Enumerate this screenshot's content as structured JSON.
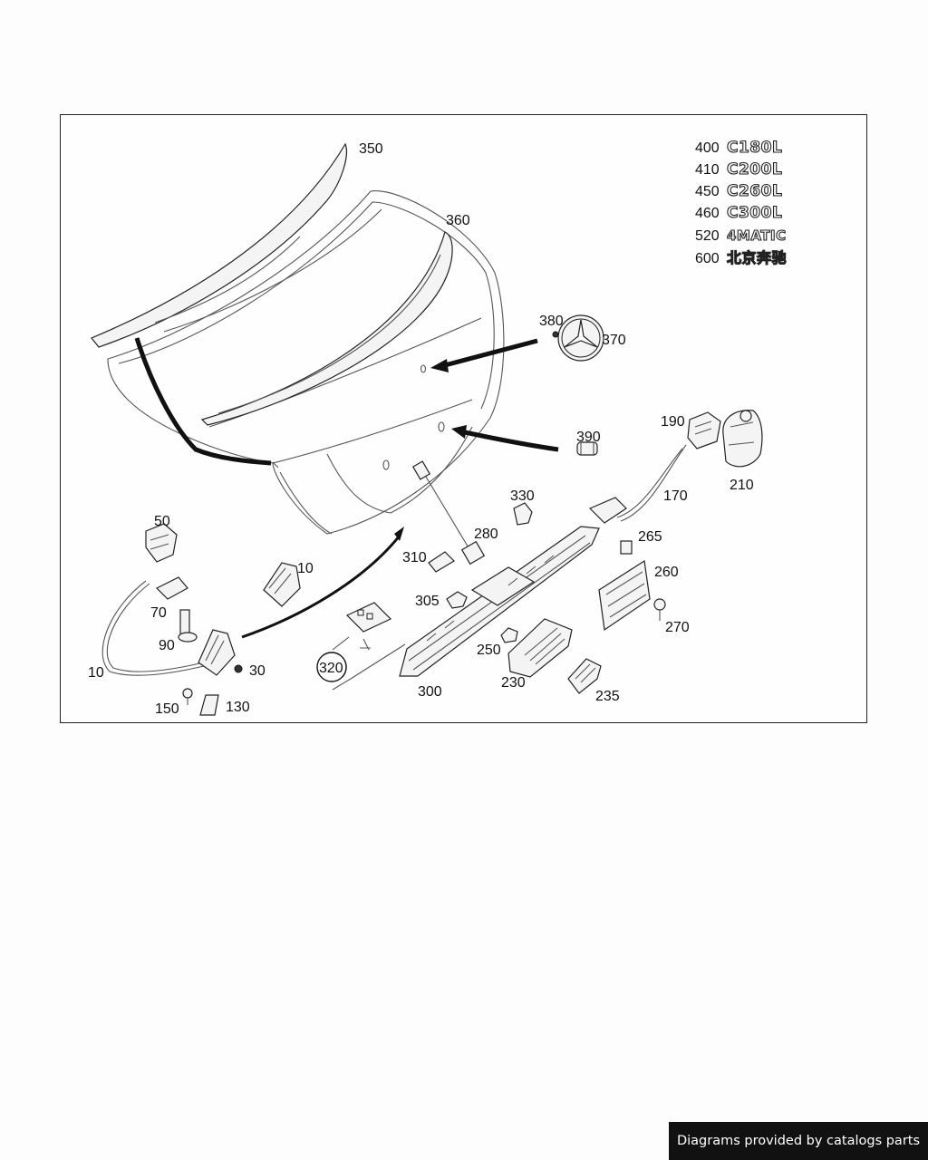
{
  "callouts": {
    "c350": "350",
    "c360": "360",
    "c380": "380",
    "c370": "370",
    "c390": "390",
    "c190": "190",
    "c210": "210",
    "c170": "170",
    "c330": "330",
    "c280": "280",
    "c50": "50",
    "c10a": "10",
    "c310": "310",
    "c265": "265",
    "c260": "260",
    "c305": "305",
    "c70": "70",
    "c270": "270",
    "c90": "90",
    "c250": "250",
    "c320": "320",
    "c30": "30",
    "c10b": "10",
    "c230": "230",
    "c300": "300",
    "c235": "235",
    "c150": "150",
    "c130": "130"
  },
  "emblem_legend": [
    {
      "number": "400",
      "text": "C180L"
    },
    {
      "number": "410",
      "text": "C200L"
    },
    {
      "number": "450",
      "text": "C260L"
    },
    {
      "number": "460",
      "text": "C300L"
    },
    {
      "number": "520",
      "text": "4MATIC"
    },
    {
      "number": "600",
      "text": "北京奔驰"
    }
  ],
  "footer": {
    "text": "Diagrams provided by catalogs parts"
  },
  "colors": {
    "ink": "#111111",
    "badge_bg": "#111111",
    "badge_text": "#ffffff"
  }
}
